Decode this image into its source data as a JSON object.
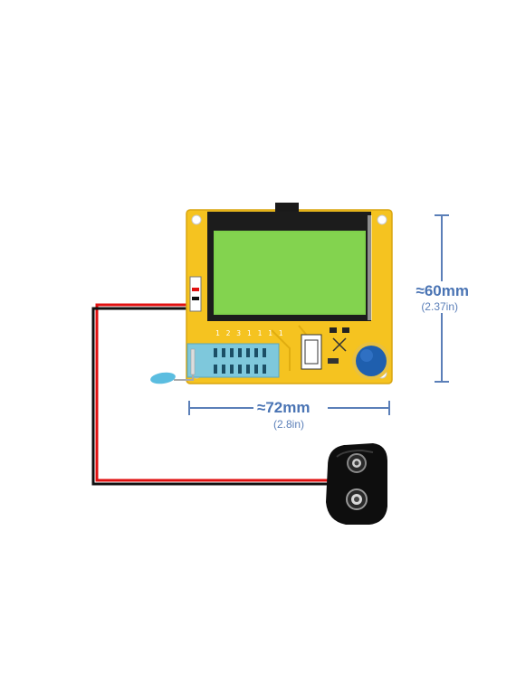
{
  "dimensions": {
    "height": {
      "main": "≈60mm",
      "sub": "(2.37in)"
    },
    "width": {
      "main": "≈72mm",
      "sub": "(2.8in)"
    }
  },
  "board": {
    "pin_labels": "1 2 3 1 1 1 1"
  },
  "colors": {
    "pcb": "#f5c320",
    "lcd": "#7fd04b",
    "lcd_frame": "#1c1c1c",
    "zif_socket": "#7ec8dc",
    "button": "#1f5fae",
    "wire_red": "#e01010",
    "wire_black": "#101010",
    "dimension": "#4a74b4"
  }
}
